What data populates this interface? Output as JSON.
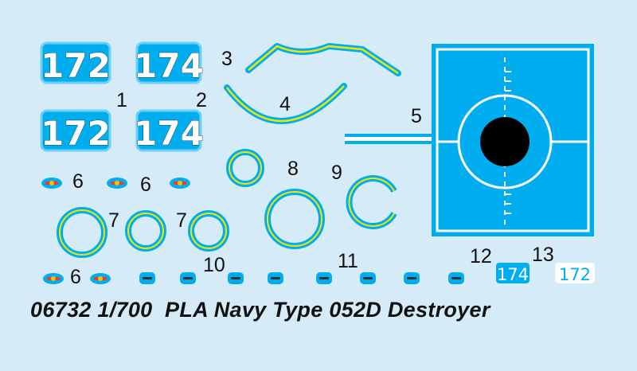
{
  "sheet": {
    "title": "06732 1/700  PLA Navy Type 052D Destroyer",
    "decal_numbers": {
      "a": "172",
      "b": "174"
    },
    "part_labels": {
      "p1": "1",
      "p2": "2",
      "p3": "3",
      "p4": "4",
      "p5": "5",
      "p6": "6",
      "p7": "7",
      "p8": "8",
      "p9": "9",
      "p10": "10",
      "p11": "11",
      "p12": "12",
      "p13": "13"
    },
    "colors": {
      "background": "#d5ebf8",
      "decal_blue": "#00aeef",
      "stripe_yellow": "#f2e600"
    }
  }
}
